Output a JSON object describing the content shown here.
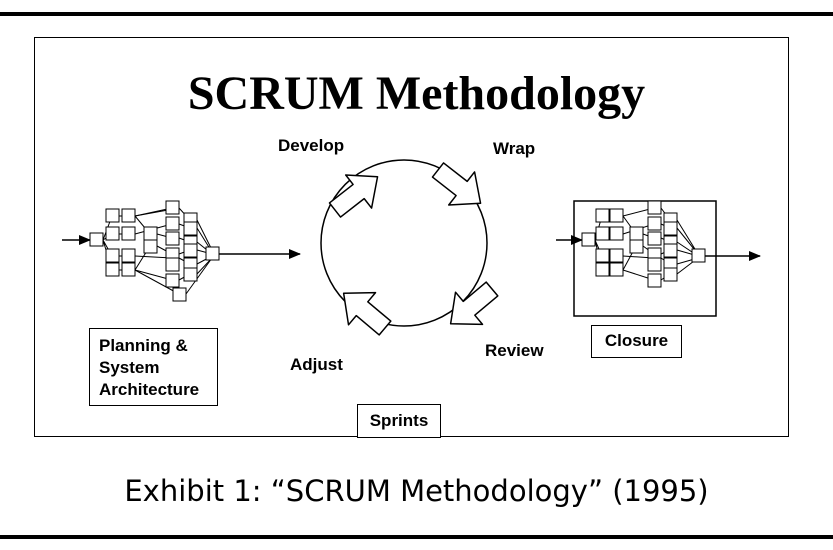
{
  "diagram": {
    "title": "SCRUM Methodology",
    "phases": {
      "planning_lines": [
        "Planning &",
        "System",
        "Architecture"
      ],
      "sprints": "Sprints",
      "closure": "Closure"
    },
    "cycle_steps": {
      "develop": "Develop",
      "wrap": "Wrap",
      "review": "Review",
      "adjust": "Adjust"
    },
    "caption": "Exhibit 1: “SCRUM Methodology” (1995)"
  }
}
